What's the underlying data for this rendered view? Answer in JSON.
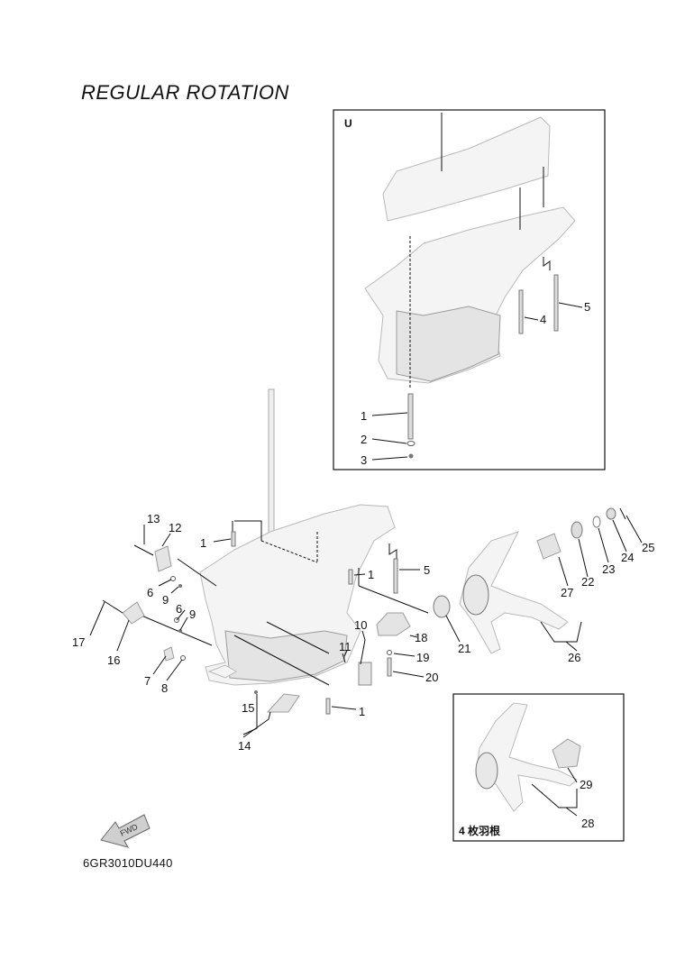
{
  "title": "REGULAR ROTATION",
  "diagram_code": "6GR3010DU440",
  "inset_top": {
    "label": "U"
  },
  "inset_bottom": {
    "label": "4 枚羽根"
  },
  "fwd_arrow": {
    "label": "FWD",
    "icon": "fwd-arrow-icon"
  },
  "callouts": {
    "c1a": "1",
    "c1b": "1",
    "c1c": "1",
    "c1d": "1",
    "c2": "2",
    "c3": "3",
    "c4": "4",
    "c5a": "5",
    "c5b": "5",
    "c6a": "6",
    "c6b": "6",
    "c7": "7",
    "c8": "8",
    "c9a": "9",
    "c9b": "9",
    "c10": "10",
    "c11": "11",
    "c12": "12",
    "c13": "13",
    "c14": "14",
    "c15": "15",
    "c16": "16",
    "c17": "17",
    "c18": "18",
    "c19": "19",
    "c20": "20",
    "c21": "21",
    "c22": "22",
    "c23": "23",
    "c24": "24",
    "c25": "25",
    "c26": "26",
    "c27": "27",
    "c28": "28",
    "c29": "29"
  }
}
